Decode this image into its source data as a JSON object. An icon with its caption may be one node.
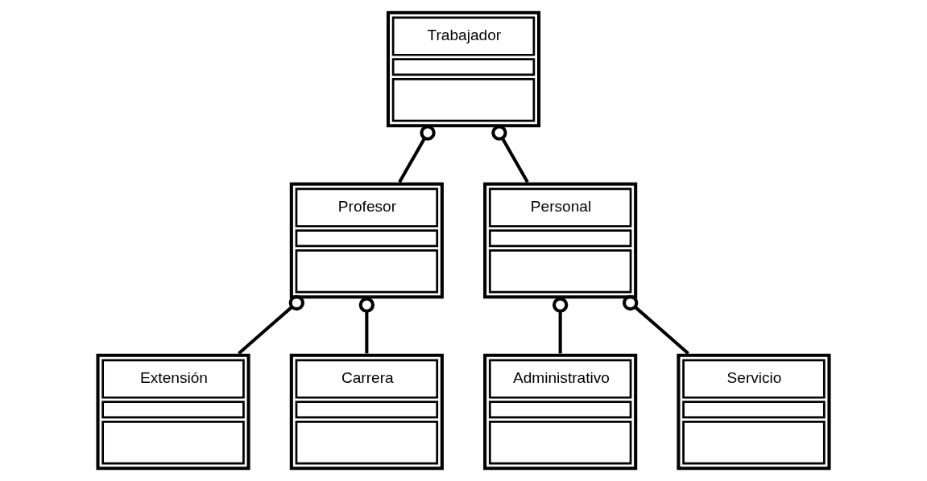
{
  "diagram": {
    "nodes": [
      {
        "text": [
          "Trabajador"
        ]
      },
      {
        "text": [
          "Profesor"
        ]
      },
      {
        "text": [
          "Personal"
        ]
      },
      {
        "text": [
          "Extensión"
        ]
      },
      {
        "text": [
          "Carrera"
        ]
      },
      {
        "text": [
          "Administrativo"
        ]
      },
      {
        "text": [
          "Servicio"
        ]
      }
    ],
    "edges": [
      {
        "from": 1,
        "to": 0,
        "arrow": "other"
      },
      {
        "from": 2,
        "to": 0,
        "arrow": "other"
      },
      {
        "from": 3,
        "to": 1,
        "arrow": "other"
      },
      {
        "from": 4,
        "to": 1,
        "arrow": "other"
      },
      {
        "from": 5,
        "to": 2,
        "arrow": "other"
      },
      {
        "from": 6,
        "to": 2,
        "arrow": "other"
      }
    ]
  }
}
